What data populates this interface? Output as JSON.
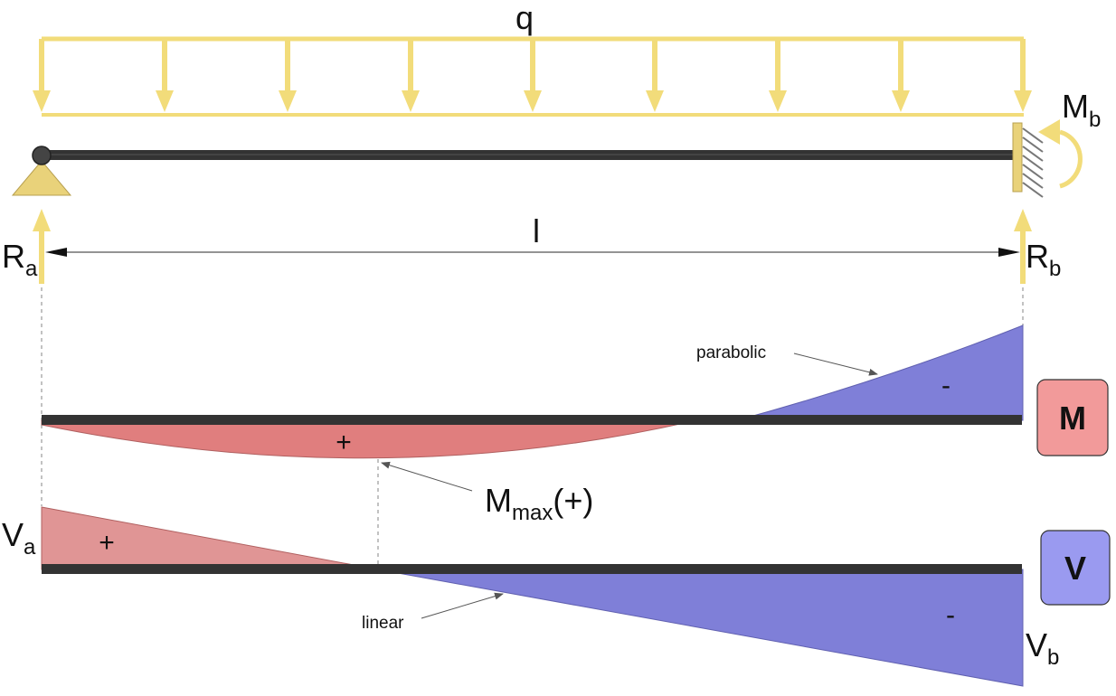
{
  "labels": {
    "load": "q",
    "span": "l",
    "reaction_a": {
      "base": "R",
      "sub": "a"
    },
    "reaction_b": {
      "base": "R",
      "sub": "b"
    },
    "moment_b": {
      "base": "M",
      "sub": "b"
    },
    "shear_a": {
      "base": "V",
      "sub": "a"
    },
    "shear_b": {
      "base": "V",
      "sub": "b"
    },
    "mmax": {
      "base": "M",
      "sub": "max",
      "suffix": "(+)"
    },
    "parabolic": "parabolic",
    "linear": "linear",
    "moment_plus": "+",
    "moment_minus": "-",
    "shear_plus": "+",
    "shear_minus": "-"
  },
  "legend": {
    "moment_box": "M",
    "shear_box": "V"
  },
  "colors": {
    "load": "#f2dc7a",
    "support": "#e9d27a",
    "beam": "#333333",
    "positive": "#e07e7e",
    "negative": "#7f7fd8",
    "moment_box": "#f29a9a",
    "shear_box": "#9a9af0"
  }
}
